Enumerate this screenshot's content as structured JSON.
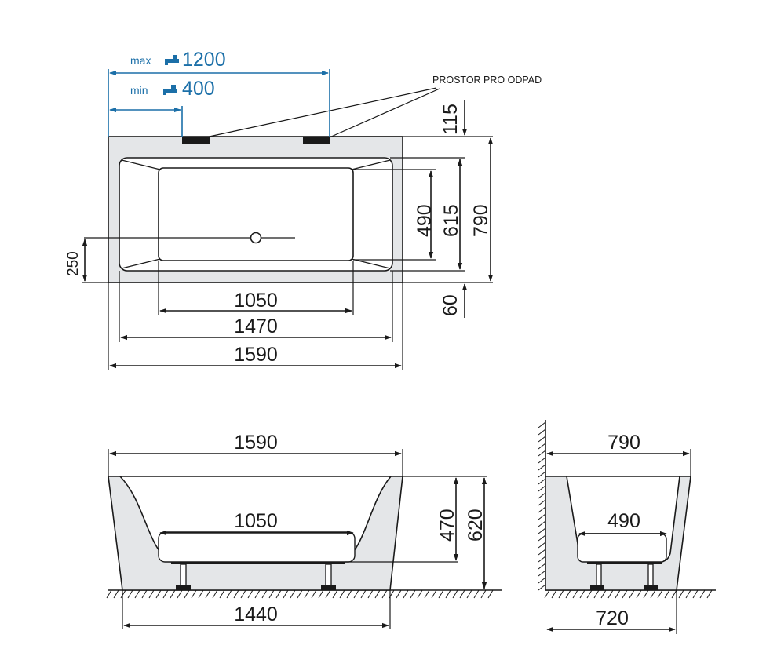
{
  "colors": {
    "line": "#1a1a1a",
    "accent_blue": "#1b6fa8",
    "shell_fill": "#e4e6e8"
  },
  "icons": [
    "tap-icon"
  ],
  "top_view": {
    "max_label": "max",
    "max_value": "1200",
    "min_label": "min",
    "min_value": "400",
    "drain_note": "PROSTOR PRO ODPAD",
    "dim_115": "115",
    "dim_490": "490",
    "dim_615": "615",
    "dim_790": "790",
    "dim_60": "60",
    "dim_250": "250",
    "dim_1050": "1050",
    "dim_1470": "1470",
    "dim_1590": "1590"
  },
  "front_view": {
    "dim_1590": "1590",
    "dim_1050": "1050",
    "dim_470": "470",
    "dim_620": "620",
    "dim_1440": "1440"
  },
  "side_view": {
    "dim_790": "790",
    "dim_490": "490",
    "dim_720": "720"
  }
}
